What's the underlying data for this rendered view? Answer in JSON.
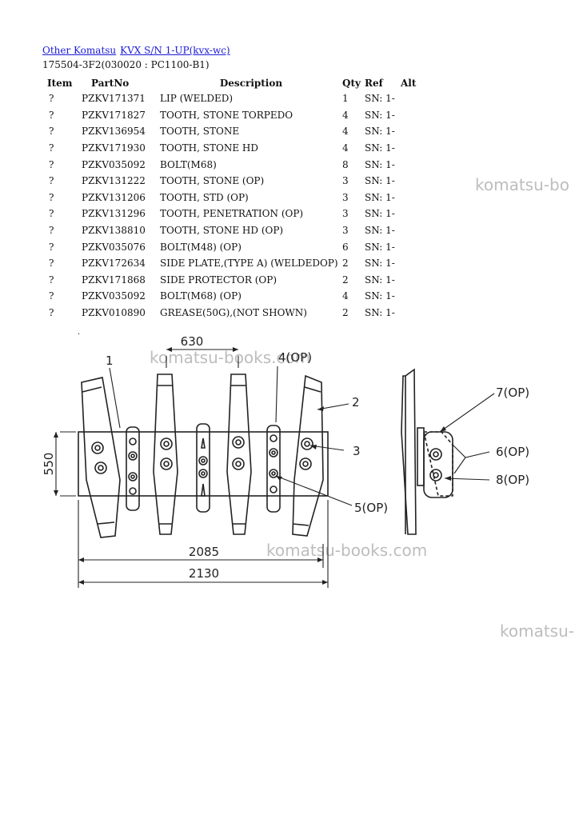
{
  "breadcrumb": {
    "link1": "Other Komatsu",
    "link2": "KVX S/N 1-UP(kvx-wc)"
  },
  "subtitle": "175504-3F2(030020 : PC1100-B1)",
  "table": {
    "headers": [
      "Item",
      "PartNo",
      "Description",
      "Qty",
      "Ref",
      "Alt"
    ],
    "rows": [
      {
        "item": "?",
        "part": "PZKV171371",
        "desc": "LIP (WELDED)",
        "qty": "1",
        "ref": "SN: 1-"
      },
      {
        "item": "?",
        "part": "PZKV171827",
        "desc": "TOOTH, STONE TORPEDO",
        "qty": "4",
        "ref": "SN: 1-"
      },
      {
        "item": "?",
        "part": "PZKV136954",
        "desc": "TOOTH, STONE",
        "qty": "4",
        "ref": "SN: 1-"
      },
      {
        "item": "?",
        "part": "PZKV171930",
        "desc": "TOOTH, STONE HD",
        "qty": "4",
        "ref": "SN: 1-"
      },
      {
        "item": "?",
        "part": "PZKV035092",
        "desc": "BOLT(M68)",
        "qty": "8",
        "ref": "SN: 1-"
      },
      {
        "item": "?",
        "part": "PZKV131222",
        "desc": "TOOTH, STONE (OP)",
        "qty": "3",
        "ref": "SN: 1-"
      },
      {
        "item": "?",
        "part": "PZKV131206",
        "desc": "TOOTH, STD (OP)",
        "qty": "3",
        "ref": "SN: 1-"
      },
      {
        "item": "?",
        "part": "PZKV131296",
        "desc": "TOOTH, PENETRATION (OP)",
        "qty": "3",
        "ref": "SN: 1-"
      },
      {
        "item": "?",
        "part": "PZKV138810",
        "desc": "TOOTH, STONE HD (OP)",
        "qty": "3",
        "ref": "SN: 1-"
      },
      {
        "item": "?",
        "part": "PZKV035076",
        "desc": "BOLT(M48) (OP)",
        "qty": "6",
        "ref": "SN: 1-"
      },
      {
        "item": "?",
        "part": "PZKV172634",
        "desc": "SIDE PLATE,(TYPE A) (WELDEDOP)",
        "qty": "2",
        "ref": "SN: 1-"
      },
      {
        "item": "?",
        "part": "PZKV171868",
        "desc": "SIDE PROTECTOR (OP)",
        "qty": "2",
        "ref": "SN: 1-"
      },
      {
        "item": "?",
        "part": "PZKV035092",
        "desc": "BOLT(M68) (OP)",
        "qty": "4",
        "ref": "SN: 1-"
      },
      {
        "item": "?",
        "part": "PZKV010890",
        "desc": "GREASE(50G),(NOT SHOWN)",
        "qty": "2",
        "ref": "SN: 1-"
      }
    ]
  },
  "watermark": "komatsu-books.com",
  "watermark_partial_1": "komatsu-bo",
  "watermark_partial_2": "komatsu-",
  "diagram": {
    "dot": ".",
    "dim_top": "630",
    "dim_left": "550",
    "dim_inner": "2085",
    "dim_outer": "2130",
    "callouts": {
      "c1": "1",
      "c2": "2",
      "c3": "3",
      "c4": "4(OP)",
      "c5": "5(OP)",
      "c6": "6(OP)",
      "c7": "7(OP)",
      "c8": "8(OP)"
    }
  }
}
